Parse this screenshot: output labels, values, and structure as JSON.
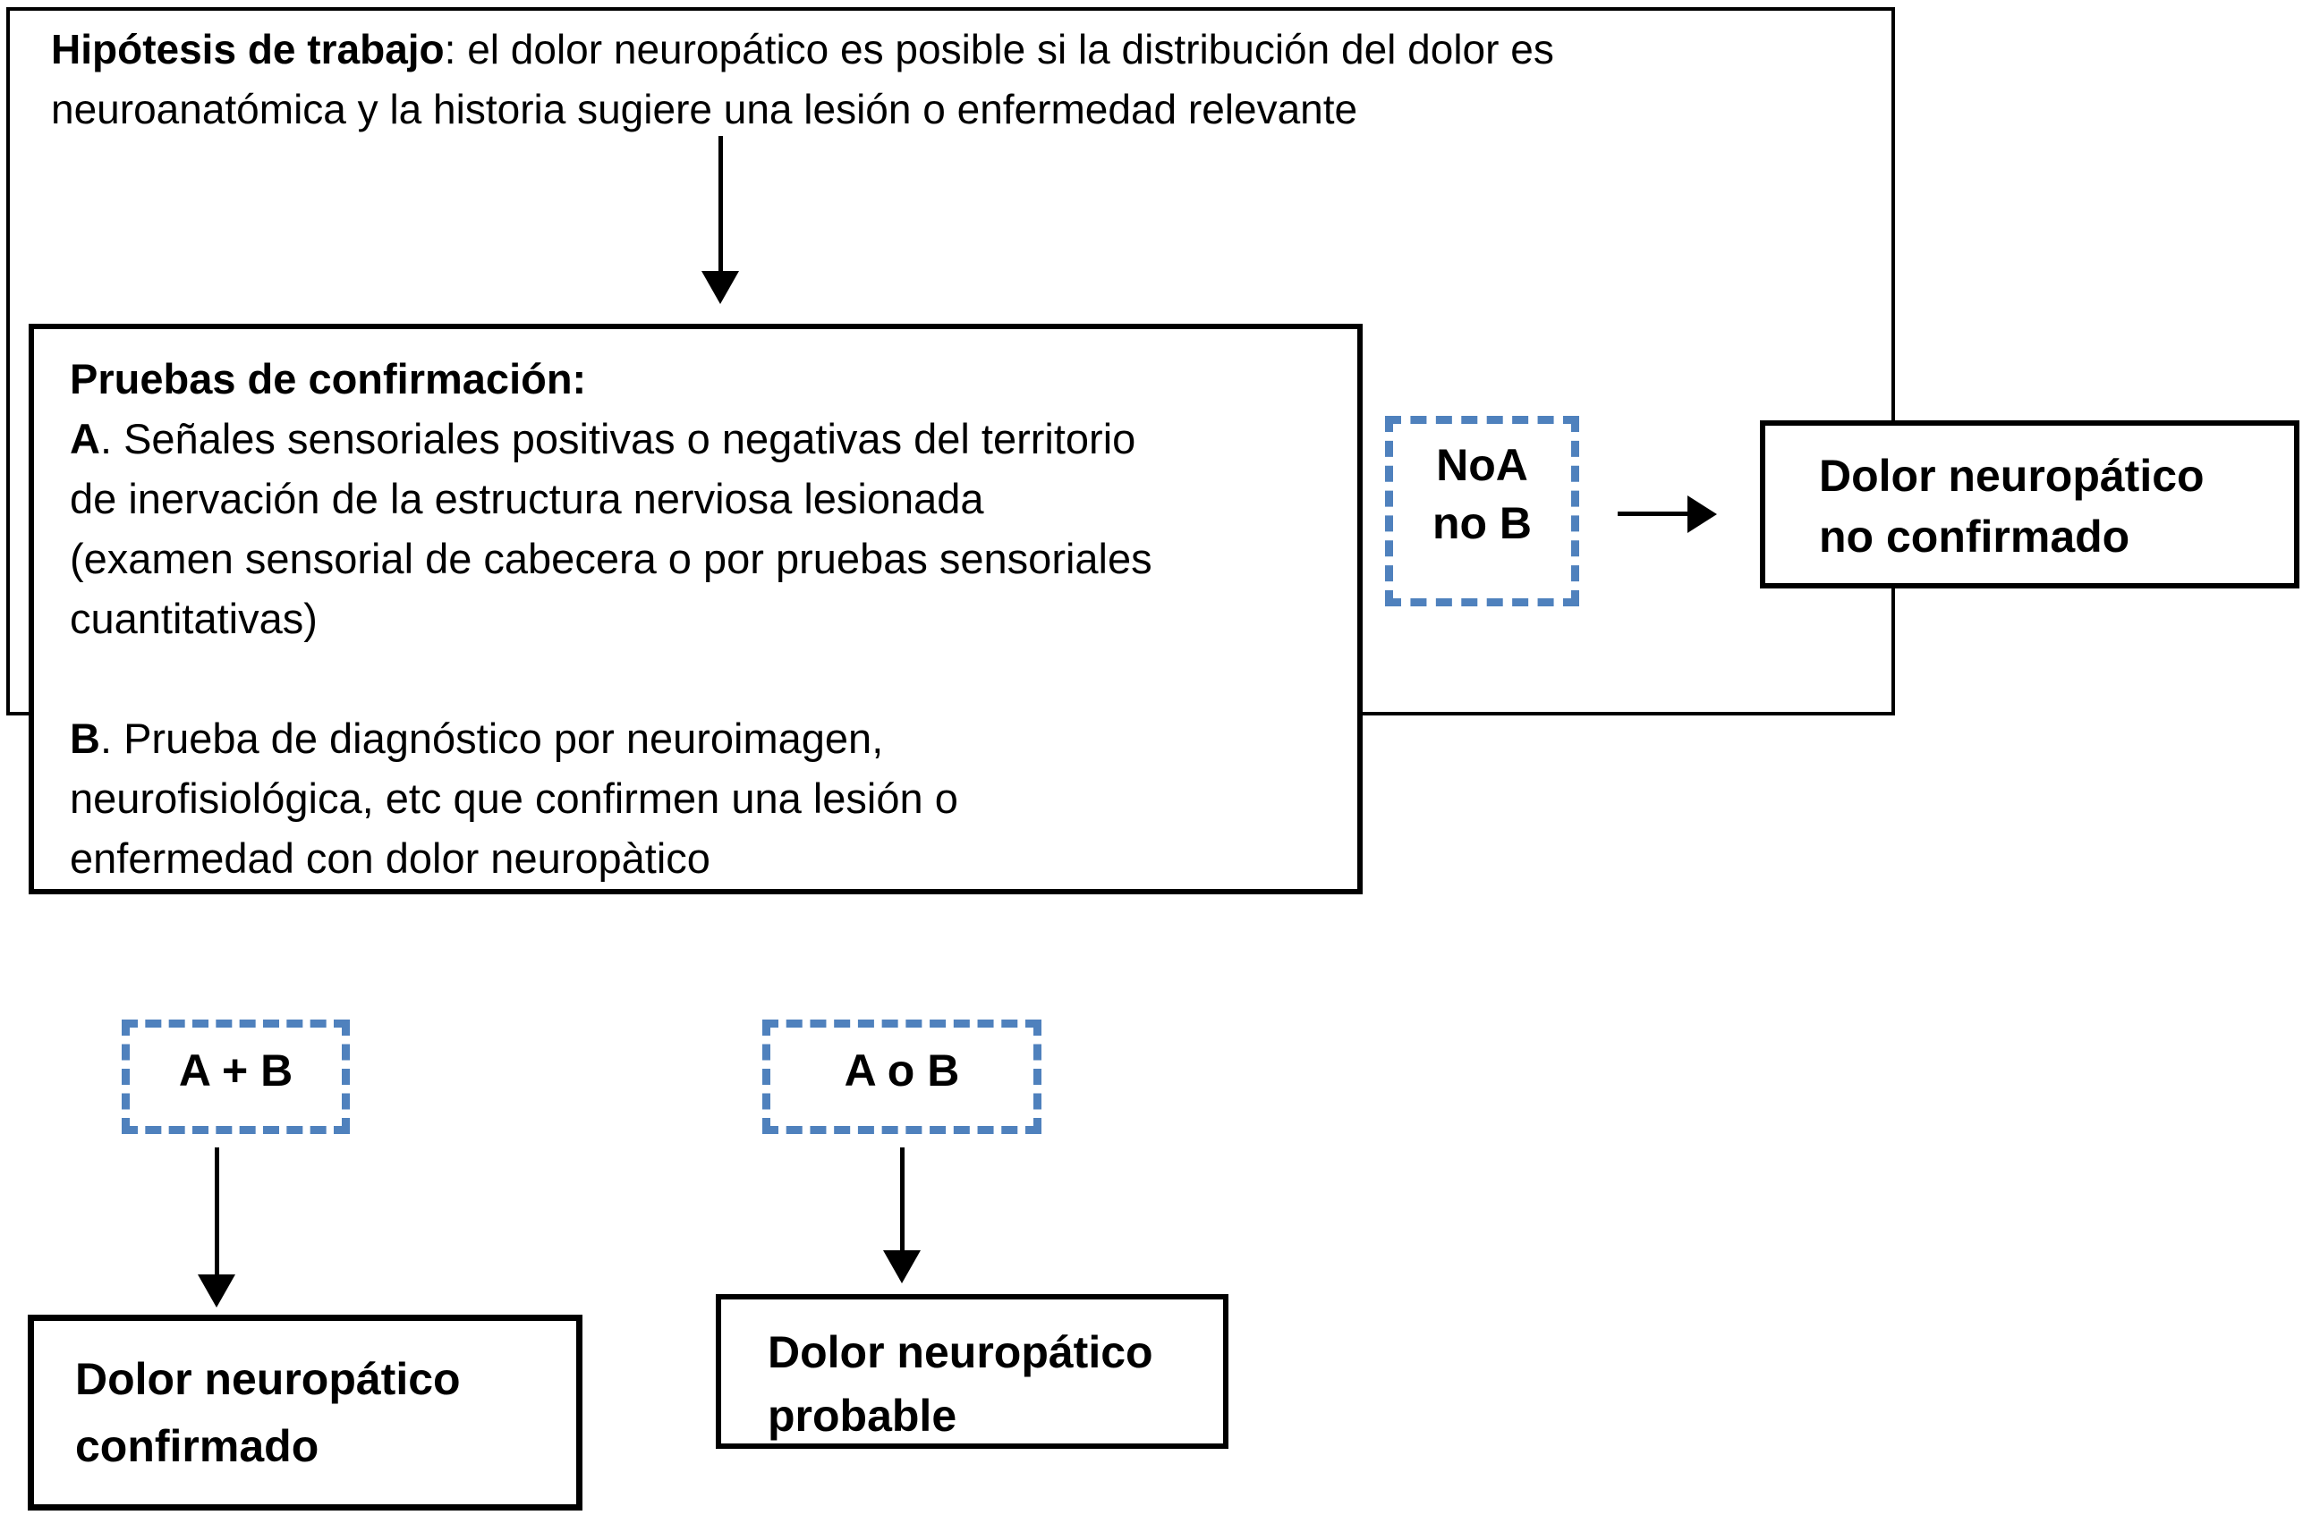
{
  "colors": {
    "dashed_box_border": "#4f81bd",
    "line_color": "#000000"
  },
  "hypothesis_box": {
    "title_bold": "Hipótesis de trabajo",
    "title_line1_rest": ": el dolor neuropático es posible si la distribución del dolor es",
    "title_line2": "neuroanatómica y la historia sugiere una lesión o enfermedad relevante"
  },
  "confirmation_box": {
    "heading": "Pruebas de confirmación:",
    "item_a": {
      "bold": "A",
      "line1": ". Señales sensoriales positivas o negativas del territorio",
      "line2": "de inervación de la estructura nerviosa lesionada",
      "line3": "(examen sensorial de cabecera o por pruebas sensoriales",
      "line4": "cuantitativas)"
    },
    "item_b": {
      "bold": "B",
      "line1": ". Prueba de diagnóstico por neuroimagen,",
      "line2": "neurofisiológica, etc que confirmen una lesión o",
      "line3": "enfermedad con dolor neuropàtico"
    }
  },
  "condition_noa_nob": {
    "line1": "NoA",
    "line2": "no B"
  },
  "condition_a_plus_b": "A + B",
  "condition_a_or_b": "A o B",
  "outcome_not_confirmed": {
    "line1": "Dolor neuropático",
    "line2": "no confirmado"
  },
  "outcome_confirmed": {
    "line1": "Dolor neuropático",
    "line2": "confirmado"
  },
  "outcome_probable": {
    "line1": "Dolor neuropático",
    "line2": "probable"
  }
}
